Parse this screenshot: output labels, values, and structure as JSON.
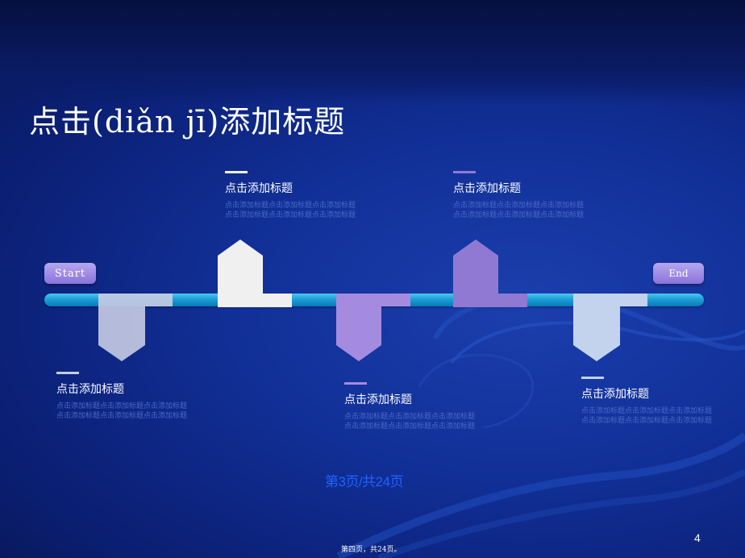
{
  "slide": {
    "title": "点击(diǎn jī)添加标题",
    "start_label": "Start",
    "end_label": "End",
    "page_indicator": "第3页/共24页",
    "slide_number": "4",
    "footer": "第四页，共24页。"
  },
  "milestones": [
    {
      "title": "点击添加标题",
      "desc": "点击添加标题点击添加标题点击添加标题点击添加标题点击添加标题点击添加标题",
      "color": "#c8cce4"
    },
    {
      "title": "点击添加标题",
      "desc": "点击添加标题点击添加标题点击添加标题点击添加标题点击添加标题点击添加标题",
      "color": "#f0f0f0"
    },
    {
      "title": "点击添加标题",
      "desc": "点击添加标题点击添加标题点击添加标题点击添加标题点击添加标题点击添加标题",
      "color": "#a58be0"
    },
    {
      "title": "点击添加标题",
      "desc": "点击添加标题点击添加标题点击添加标题点击添加标题点击添加标题点击添加标题",
      "color": "#8f79d2"
    },
    {
      "title": "点击添加标题",
      "desc": "点击添加标题点击添加标题点击添加标题点击添加标题点击添加标题点击添加标题",
      "color": "#c3d3ee"
    }
  ]
}
